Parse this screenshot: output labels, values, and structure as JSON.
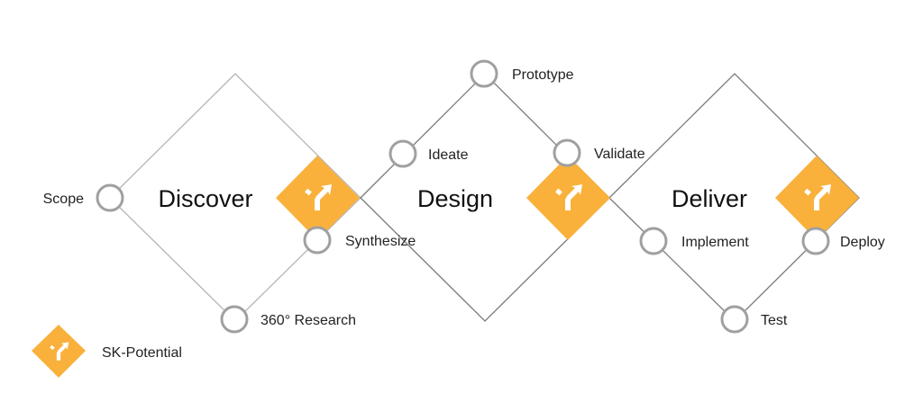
{
  "phases": {
    "discover": "Discover",
    "design": "Design",
    "deliver": "Deliver"
  },
  "steps": {
    "scope": "Scope",
    "research": "360° Research",
    "synthesize": "Synthesize",
    "ideate": "Ideate",
    "prototype": "Prototype",
    "validate": "Validate",
    "implement": "Implement",
    "test": "Test",
    "deploy": "Deploy"
  },
  "legend": {
    "label": "SK-Potential",
    "icon": "merge-arrow-icon"
  },
  "colors": {
    "accent": "#f9b13c",
    "node_stroke": "#a0a0a0",
    "line_light": "#b5b5b5",
    "line_dark": "#7a7a7a"
  }
}
